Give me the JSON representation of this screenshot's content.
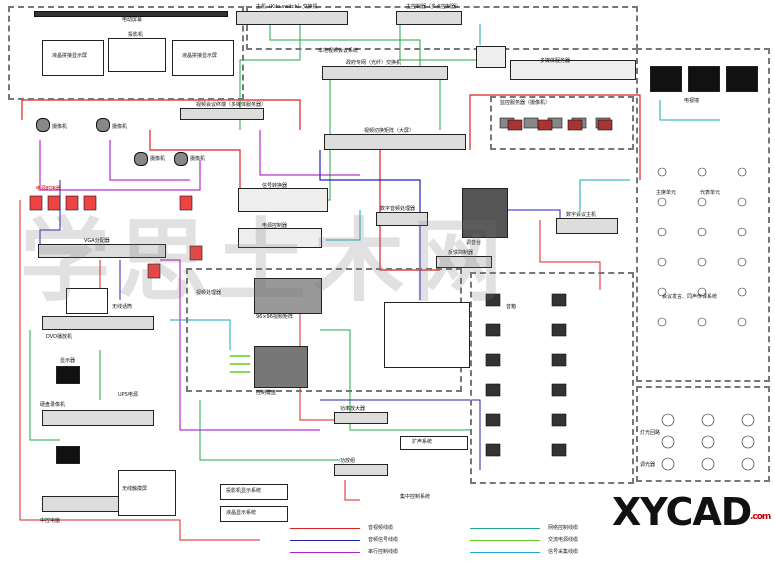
{
  "labels": {
    "projection_screen": "电动屏幕",
    "lcd_left": "液晶拼接显示屏",
    "lcd_right": "液晶拼接显示屏",
    "projector": "投影机",
    "network_switch": "本地视频会议系统",
    "switch_top": "主机（Kilo switch）交换机",
    "central_ctrl": "主控制器（多点控制器）",
    "gov_switch": "政府专网（光纤）交换机",
    "video_conf": "视频会议终端（多媒体服务器）",
    "monitor_switch": "监控服务器（摄像机）",
    "cam1": "摄像机",
    "cam2": "摄像机",
    "cam3": "摄像机",
    "cam4": "摄像机",
    "power_dist": "电源时序器",
    "matrix_sw": "视频切换矩阵（大屏）",
    "audio_matrix": "音频处理器",
    "dvd": "DVD播放机",
    "recorder": "硬盘录像机",
    "mic_mixer": "调音台",
    "power_amp": "功率放大器",
    "digital_conf": "数字会议主机",
    "wireless_mic": "无线话筒",
    "speaker": "音箱",
    "monitor_tv": "显示器",
    "control_pc": "中控电脑",
    "ups": "UPS电源",
    "lighting": "灯光回路",
    "delegate": "代表单元",
    "chairman": "主席单元",
    "conference_system": "会议发言、同声传译系统",
    "broadcast": "扩声系统",
    "central_control_sys": "集中控制系统",
    "projection_sys": "投影机显示系统",
    "lcd_sys": "液晶显示系统",
    "tv_wall": "电视墙",
    "video_processor": "视频处理器",
    "audio_processor": "数字音频处理器",
    "media_server": "多媒体服务器",
    "signal_converter": "信号转换器",
    "relay": "电源控制器",
    "vga_distributor": "VGA分配器",
    "matrix_96": "96×96视频矩阵",
    "keyboard": "控制键盘",
    "touch_panel": "无线触摸屏",
    "amplifier_group": "功放组",
    "feedback": "反馈抑制器",
    "lamp_dim": "调光器"
  },
  "legend": [
    {
      "text": "音视频线缆",
      "color": "#d22"
    },
    {
      "text": "网络控制线缆",
      "color": "#2a8"
    },
    {
      "text": "音频信号线缆",
      "color": "#22a"
    },
    {
      "text": "交流电源线缆",
      "color": "#6c2"
    },
    {
      "text": "串行控制线缆",
      "color": "#a2c"
    },
    {
      "text": "信号采集线缆",
      "color": "#2ac"
    }
  ],
  "logo": {
    "text": "XYCAD",
    "suffix": ".com"
  },
  "watermark": "学思土木网",
  "colors": {
    "red": "#d22",
    "green": "#2a4",
    "blue": "#22b",
    "purple": "#a0c",
    "cyan": "#1ab",
    "lime": "#6c2"
  }
}
